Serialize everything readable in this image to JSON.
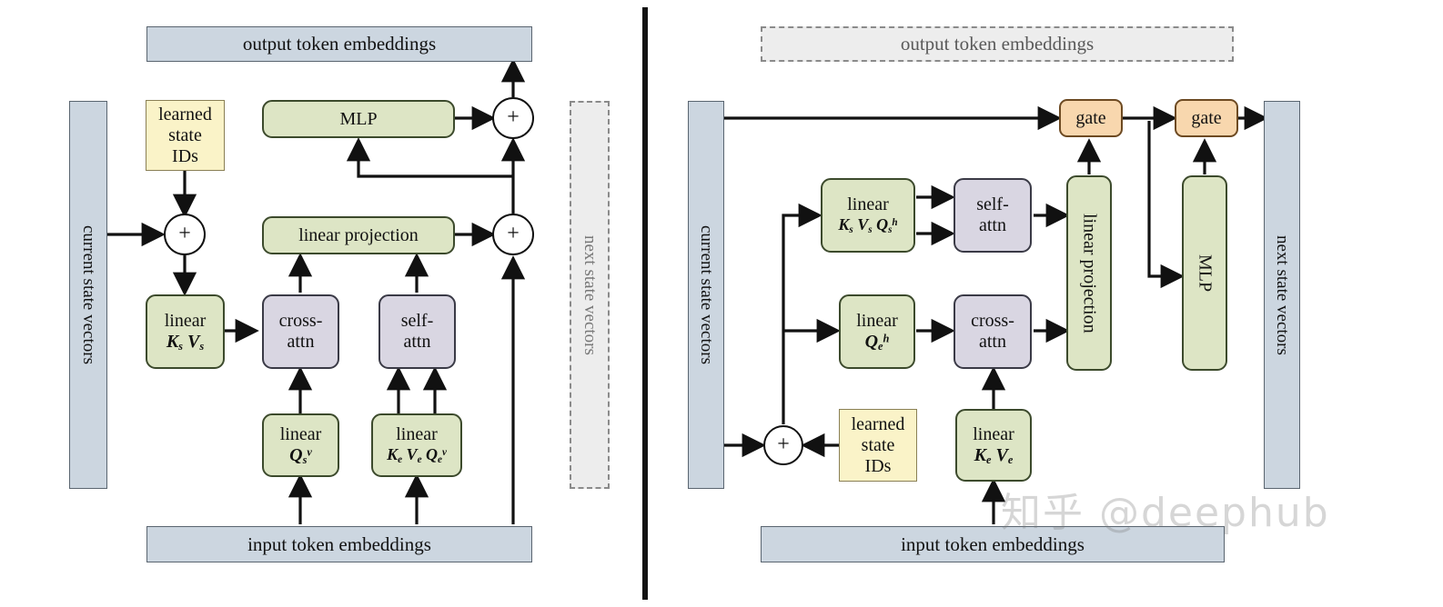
{
  "figure": {
    "type": "diagram",
    "subject": "two transformer state-vector architecture variants",
    "watermark": "知乎 @deephub"
  },
  "divider": {
    "name": "panel-divider"
  },
  "left_panel": {
    "name": "left-architecture-panel",
    "output_embeddings": "output token embeddings",
    "input_embeddings": "input token embeddings",
    "current_state": "current state vectors",
    "next_state": "next state vectors",
    "learned_state_ids": {
      "l1": "learned",
      "l2": "state",
      "l3": "IDs"
    },
    "mlp": "MLP",
    "linear_projection": "linear projection",
    "cross_attn": {
      "l1": "cross-",
      "l2": "attn"
    },
    "self_attn": {
      "l1": "self-",
      "l2": "attn"
    },
    "linear_ks_vs": {
      "l1": "linear",
      "l2": "K_s V_s"
    },
    "linear_qs_v": {
      "l1": "linear",
      "l2": "Q_s^v"
    },
    "linear_ke_ve_qe_v": {
      "l1": "linear",
      "l2": "K_e V_e Q_e^v"
    },
    "add_top": "+",
    "add_mid": "+",
    "add_state": "+"
  },
  "right_panel": {
    "name": "right-architecture-panel",
    "output_embeddings": "output token embeddings",
    "input_embeddings": "input token embeddings",
    "current_state": "current state vectors",
    "next_state": "next state vectors",
    "learned_state_ids": {
      "l1": "learned",
      "l2": "state",
      "l3": "IDs"
    },
    "gate_1": "gate",
    "gate_2": "gate",
    "mlp": "MLP",
    "linear_projection": "linear projection",
    "self_attn": {
      "l1": "self-",
      "l2": "attn"
    },
    "cross_attn": {
      "l1": "cross-",
      "l2": "attn"
    },
    "linear_ks_vs_qs_h": {
      "l1": "linear",
      "l2": "K_s V_s Q_s^h"
    },
    "linear_qe_h": {
      "l1": "linear",
      "l2": "Q_e^h"
    },
    "linear_ke_ve": {
      "l1": "linear",
      "l2": "K_e V_e"
    },
    "add_state": "+"
  },
  "colors": {
    "embedding_fill": "#ccd6e0",
    "linear_fill": "#dde5c5",
    "attention_fill": "#d9d6e2",
    "state_id_fill": "#faf3c8",
    "gate_fill": "#f8d7ae",
    "dashed_fill": "#ededed",
    "stroke": "#111111"
  }
}
